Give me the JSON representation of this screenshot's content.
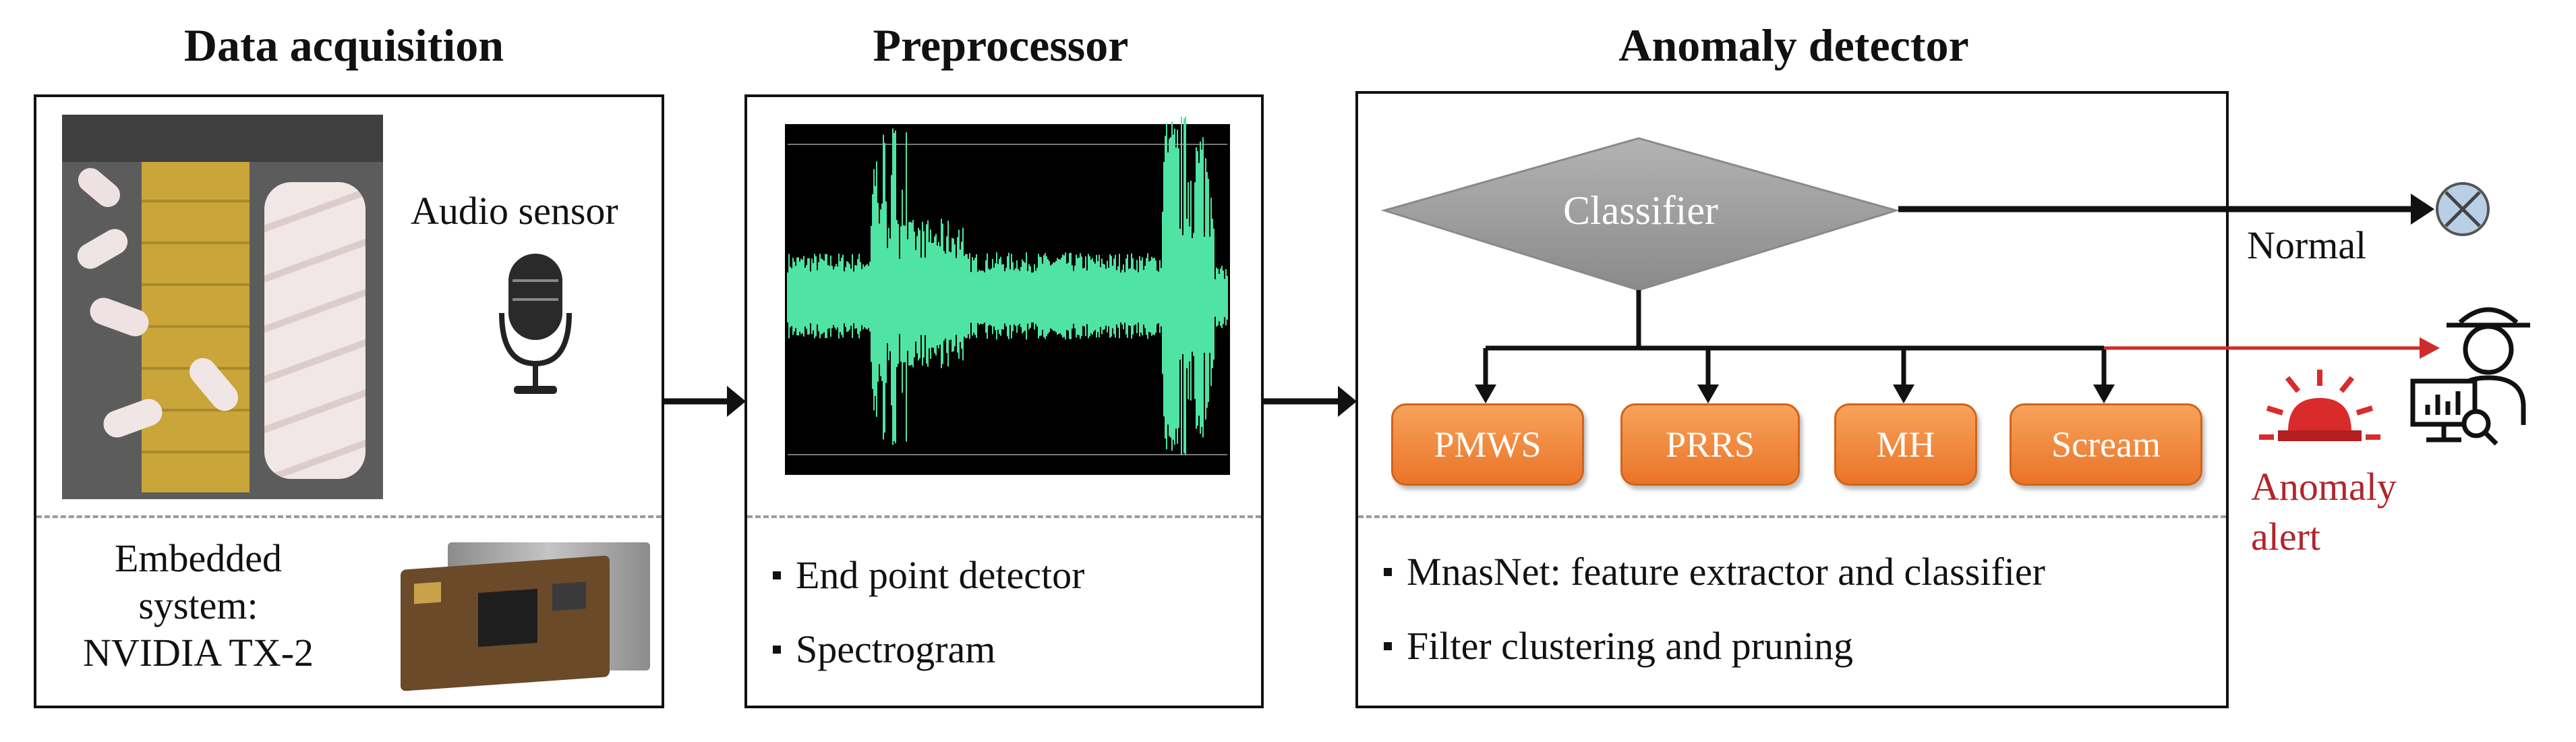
{
  "titles": {
    "acquisition": "Data acquisition",
    "preprocessor": "Preprocessor",
    "detector": "Anomaly detector"
  },
  "acquisition": {
    "audio_sensor": "Audio sensor",
    "embedded_line1": "Embedded",
    "embedded_line2": "system:",
    "embedded_line3": "NVIDIA TX-2"
  },
  "preprocessor": {
    "bullets": [
      "End point detector",
      "Spectrogram"
    ]
  },
  "detector": {
    "classifier": "Classifier",
    "classes": [
      "PMWS",
      "PRRS",
      "MH",
      "Scream"
    ],
    "bullets": [
      "MnasNet: feature extractor and classifier",
      "Filter clustering and pruning"
    ]
  },
  "outputs": {
    "normal": "Normal",
    "anomaly_line1": "Anomaly",
    "anomaly_line2": "alert"
  },
  "colors": {
    "waveform": "#4fe3a4",
    "class_box": "#f08a3c",
    "classifier": "#9a9a9a",
    "alert": "#c0282d"
  }
}
